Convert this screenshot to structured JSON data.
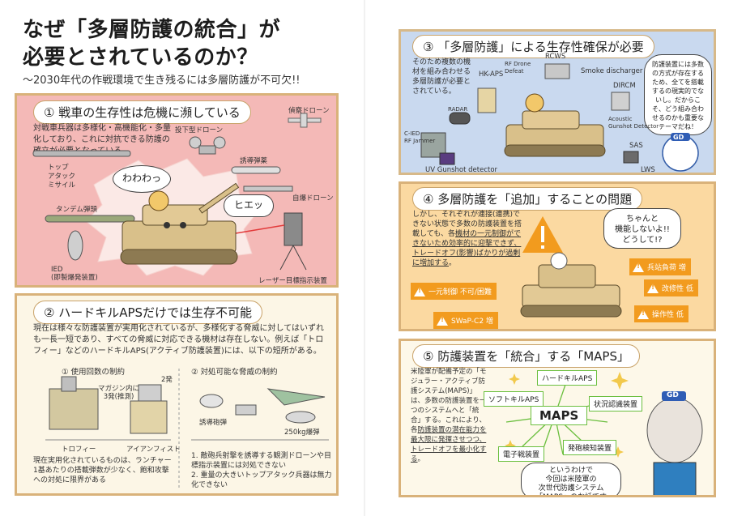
{
  "header": {
    "title_line1": "なぜ「多層防護の統合」が",
    "title_line2": "必要とされているのか？",
    "subtitle": "～2030年代の作戦環境で生き残るには多層防護が不可欠!!"
  },
  "panel1": {
    "heading": "① 戦車の生存性は危機に瀕している",
    "body": "対戦車兵器は多様化・高機能化・多量化しており、これに対抗できる防護の確立が必要となっている。",
    "labels": {
      "recon_drone": "偵察ドローン",
      "drop_drone": "投下型ドローン",
      "guided_shell": "誘導弾薬",
      "top_attack": "トップ\nアタック\nミサイル",
      "suicide_drone": "自爆ドローン",
      "tandem": "タンデム弾頭",
      "ied": "IED\n(即製爆発装置)",
      "laser": "レーザー目標指示装置"
    },
    "speech_wawa": "わわわっ",
    "speech_hie": "ヒエッ"
  },
  "panel2": {
    "heading": "② ハードキルAPSだけでは生存不可能",
    "body": "現在は様々な防護装置が実用化されているが、多様化する脅威に対してはいずれも一長一短であり、すべての脅威に対応できる機材は存在しない。例えば「トロフィー」などのハードキルAPS(アクティブ防護装置)には、以下の短所がある。",
    "sub1": "① 使用回数の制約",
    "sub2": "② 対処可能な脅威の制約",
    "magazine_note": "マガジン内に\n3発(推測)",
    "two_rounds": "2発",
    "trophy": "トロフィー",
    "iron_fist": "アイアンフィスト",
    "guided_shell2": "誘導砲弾",
    "bomb_250": "250kg爆弾",
    "note_left": "現在実用化されているものは、ランチャー1基あたりの搭載弾数が少なく、飽和攻撃への対処に限界がある",
    "note_right": "1. 敵砲兵射撃を誘導する観測ドローンや目標指示装置には対処できない\n2. 重量の大きいトップアタック兵器は無力化できない"
  },
  "panel3": {
    "heading": "③ 「多層防護」による生存性確保が必要",
    "body": "そのため複数の機材を組み合わせる多層防護が必要とされている。",
    "bubble": "防護装置には多数の方式が存在するため、全てを搭載するの現実的でないし。だからこそ、どう組み合わせるのかも重要なテーマだね！",
    "labels": {
      "rcws": "RCWS",
      "smoke": "Smoke discharger",
      "dircm": "DIRCM",
      "hkaps": "HK-APS",
      "rf": "RF Drone\nDefeat",
      "radar": "RADAR",
      "acoustic": "Acoustic\nGunshot Detector",
      "cirs": "C-IED\nRF Jammer",
      "sas": "SAS",
      "lws": "LWS",
      "uv": "UV Gunshot detector"
    },
    "cap": "GD"
  },
  "panel4": {
    "heading": "④ 多層防護を「追加」することの問題",
    "body_a": "しかし、それぞれが連接(連携)できない状態で多数の防護装置を搭載しても、各",
    "body_b": "機材の一元制御ができないため効率的に迎撃できず、トレードオフ(影響)ばかりが過剰に増加する",
    "body_c": "。",
    "speech": "ちゃんと\n機能しないよ!!\nどうして!?",
    "warnings": {
      "w1": "兵站負荷 増",
      "w2": "改修性 低",
      "w3": "一元制御 不可/困難",
      "w4": "操作性 低",
      "w5": "SWaP-C2 増"
    }
  },
  "panel5": {
    "heading": "⑤ 防護装置を「統合」する「MAPS」",
    "body_a": "米陸軍が配備予定の「モジュラー・アクティブ防護システム(MAPS)」は、多数の防護装置を一つのシステムへと「統合」する。これにより、各",
    "body_b": "防護装置の潜在能力を最大限に発揮させつつ、トレードオフを最小化する",
    "body_c": "。",
    "center": "MAPS",
    "nodes": {
      "hk": "ハードキルAPS",
      "sk": "ソフトキルAPS",
      "sa": "状況認識装置",
      "ew": "電子戦装置",
      "fire": "発砲検知装置"
    },
    "closing": "というわけで\n今回は米陸軍の\n次世代防護システム\n「MAPS」のお話です",
    "cap": "GD"
  }
}
